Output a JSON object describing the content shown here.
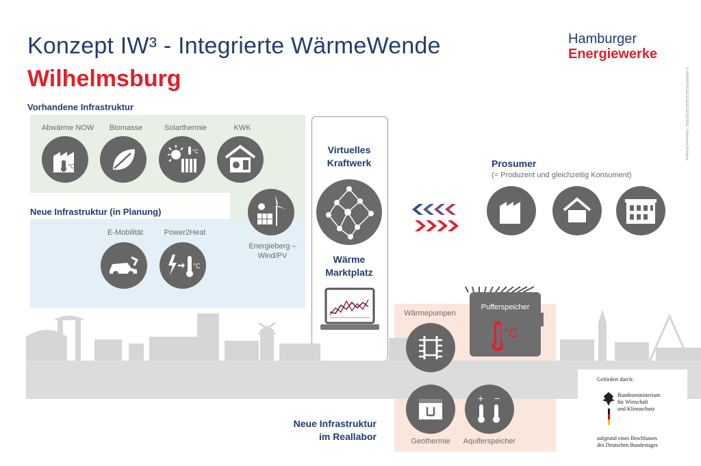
{
  "header": {
    "title": "Konzept IW³ - Integrierte WärmeWende",
    "subtitle": "Wilhelmsburg"
  },
  "logo": {
    "line1": "Hamburger",
    "line2": "Energiewerke"
  },
  "existing": {
    "heading": "Vorhandene Infrastruktur",
    "items": [
      {
        "label": "Abwärme NOW",
        "icon": "factory-thermometer-icon"
      },
      {
        "label": "Biomasse",
        "icon": "leaf-icon"
      },
      {
        "label": "Solarthermie",
        "icon": "sun-radiator-icon"
      },
      {
        "label": "KWK",
        "icon": "house-chp-icon"
      }
    ]
  },
  "planned": {
    "heading": "Neue Infrastruktur (in Planung)",
    "items": [
      {
        "label": "E-Mobilität",
        "icon": "electric-car-icon"
      },
      {
        "label": "Power2Heat",
        "icon": "power-to-heat-icon"
      }
    ],
    "energieberg": {
      "line1": "Energieberg –",
      "line2": "Wind/PV",
      "icon": "wind-pv-icon"
    }
  },
  "center": {
    "vk_line1": "Virtuelles",
    "vk_line2": "Kraftwerk",
    "mp_line1": "Wärme",
    "mp_line2": "Marktplatz"
  },
  "prosumer": {
    "heading": "Prosumer",
    "note": "(= Produzent und gleichzeitig Konsument)",
    "icons": [
      "factory-icon",
      "house-icon",
      "apartment-building-icon"
    ]
  },
  "reallabor": {
    "heading_line1": "Neue Infrastruktur",
    "heading_line2": "im Reallabor",
    "waermepumpen": "Wärmepumpen",
    "pufferspeicher": "Pufferspeicher",
    "geothermie": "Geothermie",
    "aquiferspeicher": "Aquiferspeicher"
  },
  "funding": {
    "intro": "Gefördert durch:",
    "ministry_line1": "Bundesministerium",
    "ministry_line2": "für Wirtschaft",
    "ministry_line3": "und Klimaschutz",
    "basis_line1": "aufgrund eines Beschlusses",
    "basis_line2": "des Deutschen Bundestages"
  },
  "copyright": "© HAMBURGER ENERGIEWERKE / Meinhard Weidner",
  "colors": {
    "navy": "#1f3b70",
    "red": "#e1202a",
    "icon_gray": "#666666"
  }
}
